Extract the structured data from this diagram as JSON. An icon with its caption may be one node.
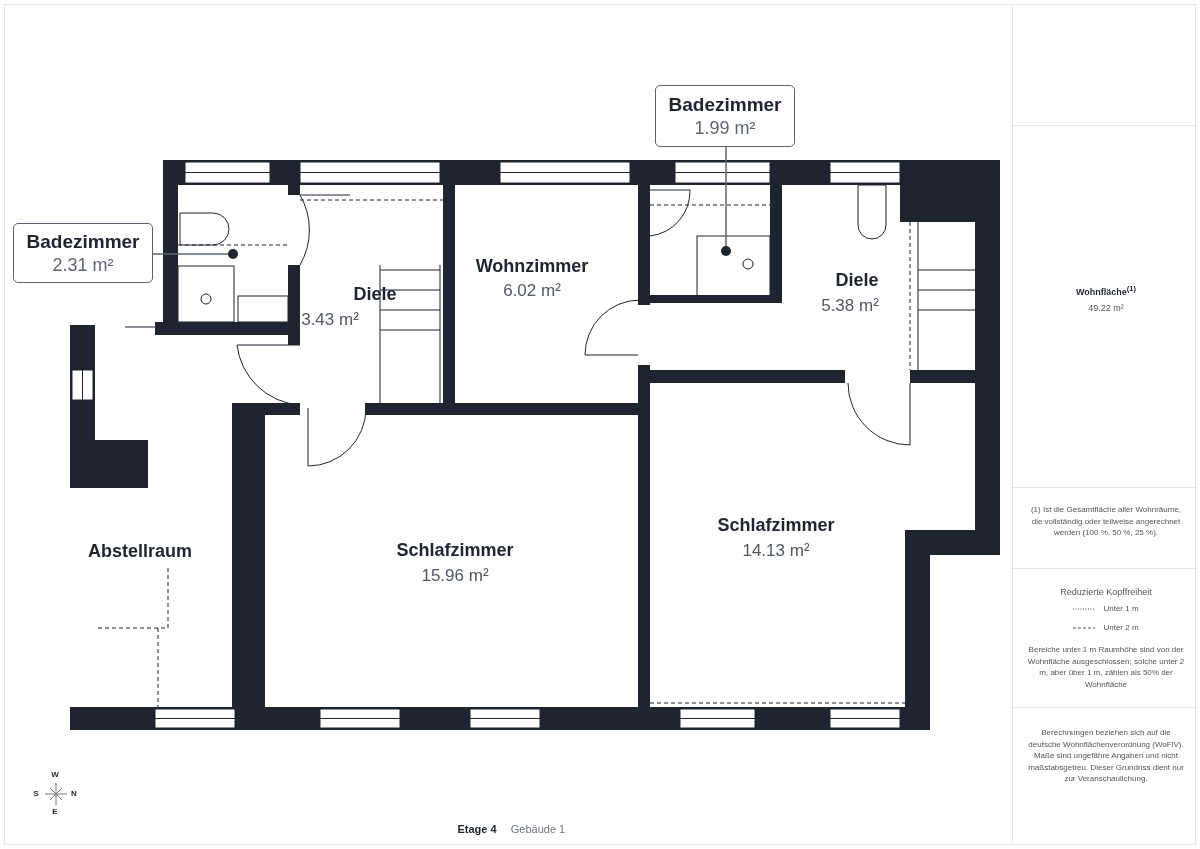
{
  "diagram": {
    "nodes": [
      {
        "text": [
          "Badezimmer",
          "1.99 m²"
        ]
      },
      {
        "text": [
          "Badezimmer",
          "2.31 m²"
        ]
      },
      {
        "text": [],
        "shape": "circle"
      },
      {
        "text": [],
        "shape": "circle"
      }
    ],
    "edges": [
      {
        "from": 0,
        "to": 3,
        "arrow": "none"
      },
      {
        "from": 1,
        "to": 2,
        "arrow": "none"
      }
    ],
    "labels": [
      "Diele",
      "3.43 m²",
      "Wohnzimmer",
      "6.02 m²",
      "Diele",
      "5.38 m²",
      "Schlafzimmer",
      "Abstellraum",
      "Schlafzimmer",
      "14.13 m²",
      "15.96 m²",
      "Wohnfläche$^{(1)}$",
      "49.22 m²",
      "(1) Ist die Gesamtfläche aller Wohnräume, die vollständig oder teilweise angerechnet werden (100 %, 50 %, 25 %).",
      "Reduzierte Kopffreiheit",
      "Bereiche unter 1 m Raumhöhe sind von der Wohnfläche ausgeschlossen; solche unter 2 m, aber über 1 m, zählen als 50% der Wohnfläche",
      "Berechnungen beziehen sich auf die deutsche Wohnflächenverordnung (WoFlV). Maße sind ungefähre Angaben und nicht maßstabsgetreu. Dieser Grundriss dient nur zur Veranschaulichung.",
      "W",
      "S",
      "N",
      "E",
      "Etage 4",
      "Gebäude 1"
    ],
    "legend": [
      {
        "text": "Unter 1 m"
      },
      {
        "text": "Unter 2 m"
      }
    ]
  }
}
